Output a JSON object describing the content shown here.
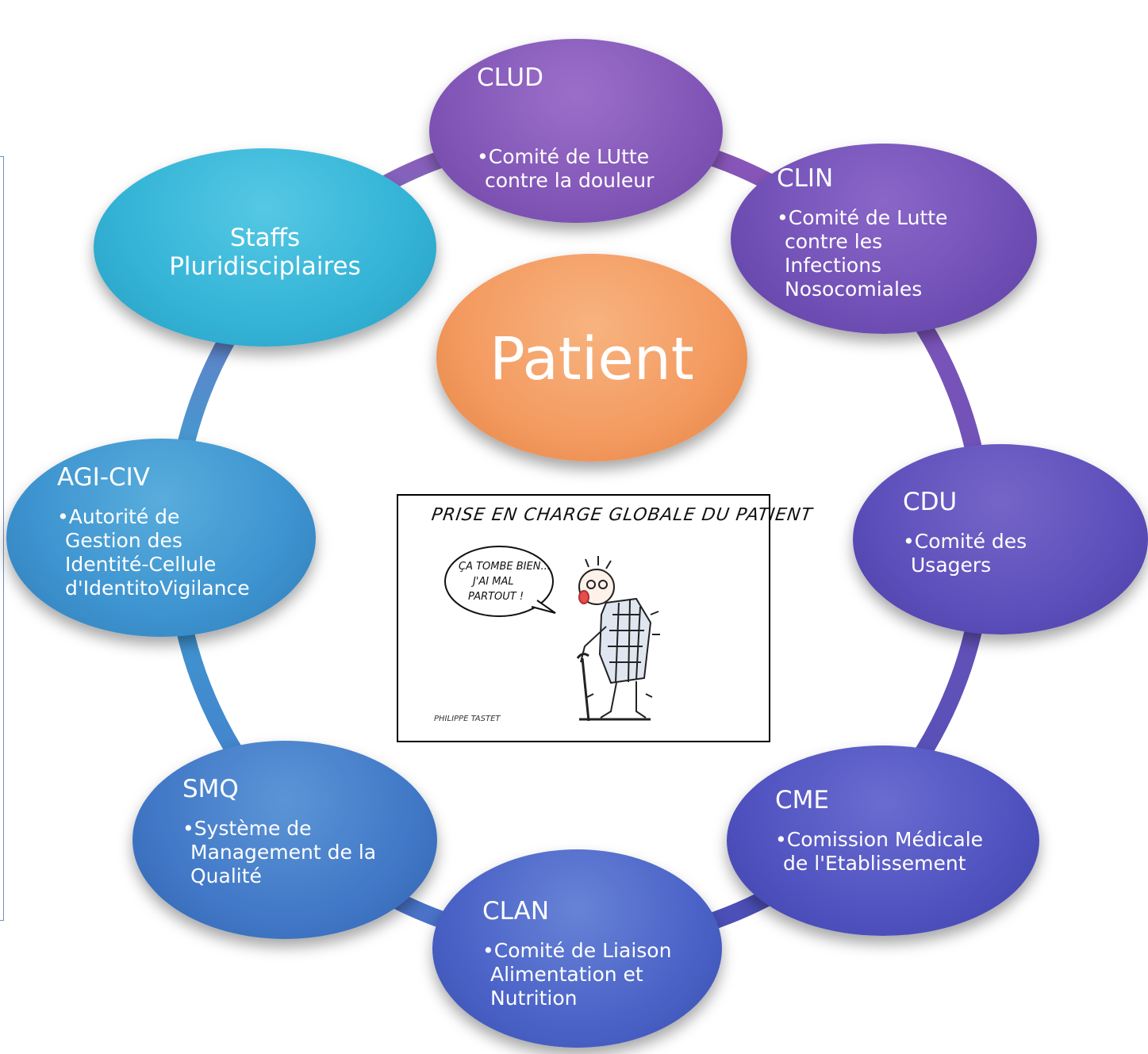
{
  "colors": {
    "ring_top": "#8e5ab8",
    "ring_left": "#3aa3d4",
    "ring_bottom": "#4b6fc8",
    "patient": "#f39a60"
  },
  "center": {
    "label": "Patient"
  },
  "nodes": {
    "clud": {
      "title": "CLUD",
      "desc": [
        "•Comité de LUtte",
        "contre la douleur"
      ],
      "color": "#8256b7"
    },
    "clin": {
      "title": "CLIN",
      "desc": [
        "•Comité de Lutte",
        "contre les",
        "Infections",
        "Nosocomiales"
      ],
      "color": "#7150b6"
    },
    "cdu": {
      "title": "CDU",
      "desc": [
        "•Comité des",
        "Usagers"
      ],
      "color": "#5d4fbb"
    },
    "cme": {
      "title": "CME",
      "desc": [
        "•Comission Médicale",
        "de l'Etablissement"
      ],
      "color": "#5052c0"
    },
    "clan": {
      "title": "CLAN",
      "desc": [
        "•Comité de Liaison",
        "Alimentation et",
        "Nutrition"
      ],
      "color": "#4a62c7"
    },
    "smq": {
      "title": "SMQ",
      "desc": [
        "•Système de",
        "Management de la",
        "Qualité"
      ],
      "color": "#4178c7"
    },
    "agi": {
      "title": "AGI-CIV",
      "desc": [
        "•Autorité de",
        "Gestion des",
        "Identité-Cellule",
        "d'IdentitoVigilance"
      ],
      "color": "#3d93cf"
    },
    "staffs": {
      "title": [
        "Staffs",
        "Pluridisciplaires"
      ],
      "color": "#33b3d6"
    }
  },
  "cartoon": {
    "title": "PRISE EN CHARGE GLOBALE DU PATIENT",
    "bubble": [
      "ÇA TOMBE BIEN...",
      "J'AI MAL",
      "PARTOUT !"
    ],
    "signature": "PHILIPPE TASTET"
  }
}
